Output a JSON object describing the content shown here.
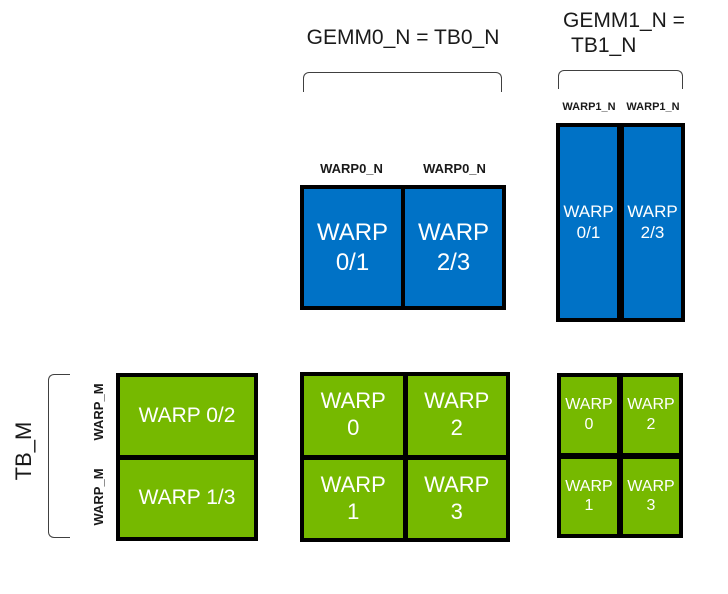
{
  "colors": {
    "box_blue": "#0072C6",
    "box_green": "#76B900",
    "box_border": "#000000",
    "cell_text": "#FFFFFF",
    "label_text": "#1A1A1A",
    "bracket": "#404040"
  },
  "top_center": {
    "title": "GEMM0_N = TB0_N",
    "column_labels": [
      "WARP0_N",
      "WARP0_N"
    ],
    "cells": [
      {
        "line1": "WARP",
        "line2": "0/1"
      },
      {
        "line1": "WARP",
        "line2": "2/3"
      }
    ]
  },
  "top_right": {
    "title_line1": "GEMM1_N =",
    "title_line2": "TB1_N",
    "column_labels": [
      "WARP1_N",
      "WARP1_N"
    ],
    "cells": [
      {
        "line1": "WARP",
        "line2": "0/1"
      },
      {
        "line1": "WARP",
        "line2": "2/3"
      }
    ]
  },
  "bottom_left": {
    "side_title": "TB_M",
    "row_labels": [
      "WARP_M",
      "WARP_M"
    ],
    "cells": [
      {
        "label": "WARP 0/2"
      },
      {
        "label": "WARP 1/3"
      }
    ]
  },
  "bottom_center": {
    "cells": [
      {
        "line1": "WARP",
        "line2": "0"
      },
      {
        "line1": "WARP",
        "line2": "2"
      },
      {
        "line1": "WARP",
        "line2": "1"
      },
      {
        "line1": "WARP",
        "line2": "3"
      }
    ]
  },
  "bottom_right": {
    "cells": [
      {
        "line1": "WARP",
        "line2": "0"
      },
      {
        "line1": "WARP",
        "line2": "2"
      },
      {
        "line1": "WARP",
        "line2": "1"
      },
      {
        "line1": "WARP",
        "line2": "3"
      }
    ]
  }
}
